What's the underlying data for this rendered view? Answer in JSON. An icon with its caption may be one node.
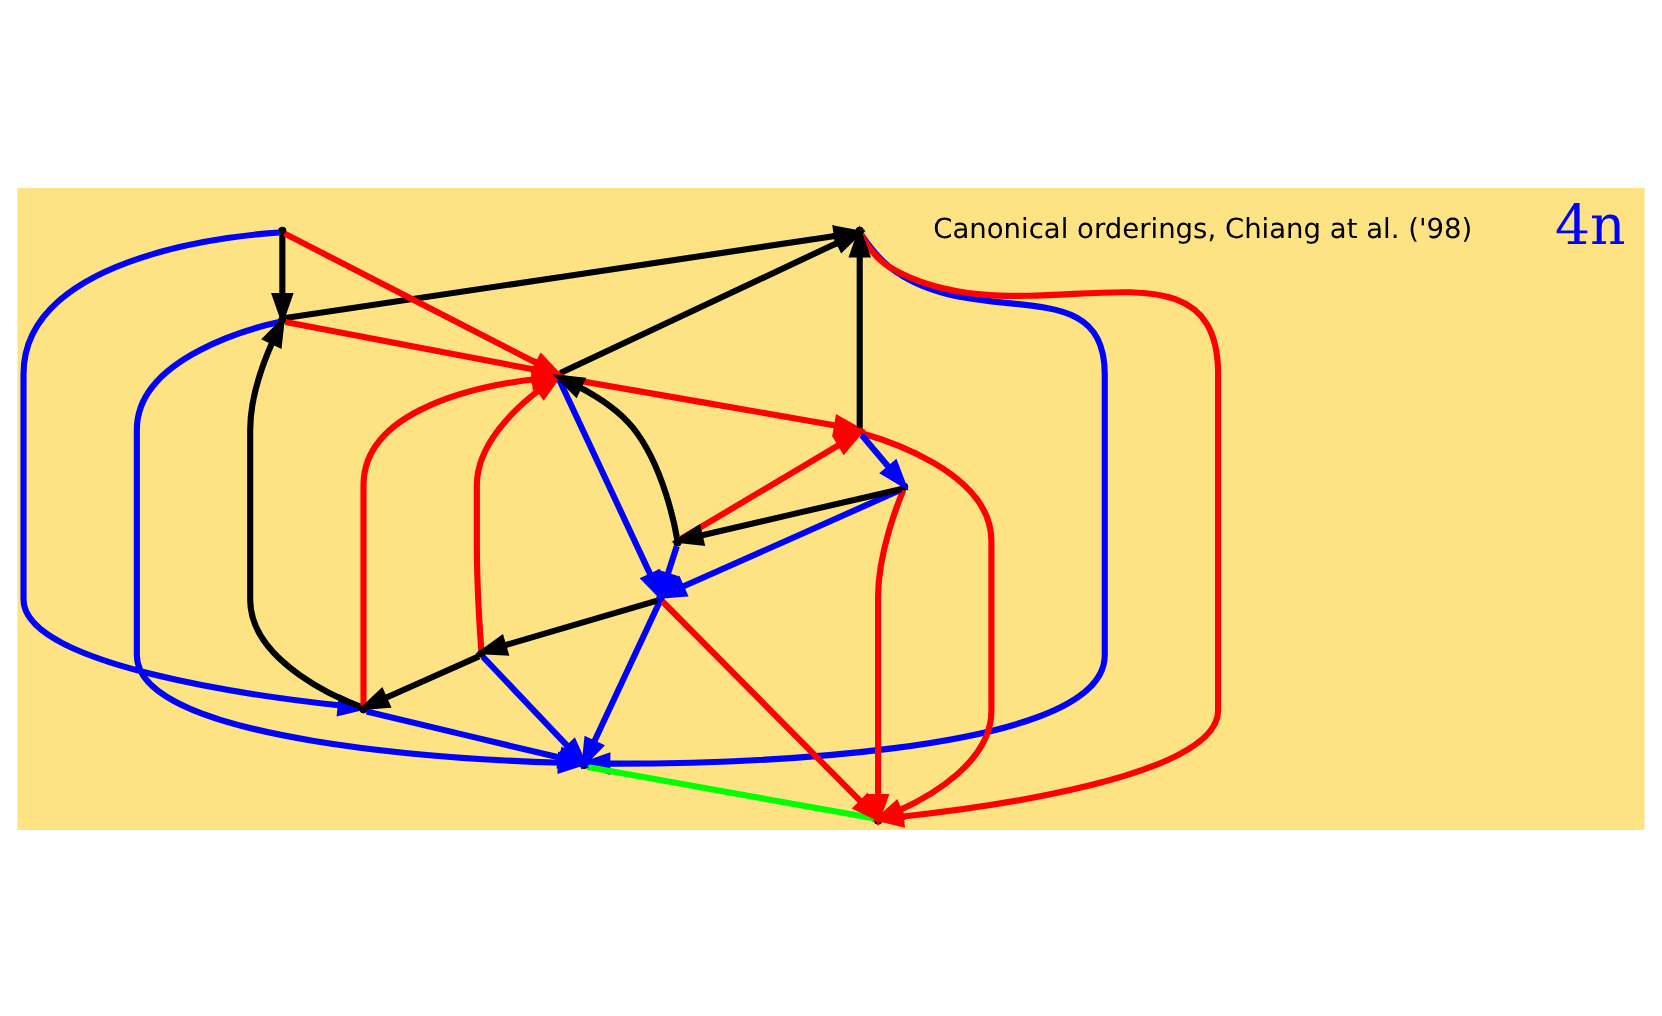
{
  "diagram": {
    "nodes": [
      {
        "text": [],
        "shape": "point"
      },
      {
        "text": [],
        "shape": "point"
      },
      {
        "text": [],
        "shape": "point"
      },
      {
        "text": [],
        "shape": "point"
      },
      {
        "text": [],
        "shape": "point"
      },
      {
        "text": [],
        "shape": "point"
      },
      {
        "text": [],
        "shape": "point"
      },
      {
        "text": [],
        "shape": "point"
      },
      {
        "text": [],
        "shape": "point"
      },
      {
        "text": [],
        "shape": "point"
      },
      {
        "text": [],
        "shape": "point"
      },
      {
        "text": [],
        "shape": "point"
      }
    ],
    "edges": [
      {
        "from": 0,
        "to": 1,
        "arrow": "to",
        "color": "#0000ff"
      },
      {
        "from": 0,
        "to": 2,
        "arrow": "to",
        "color": "#ff0000"
      },
      {
        "from": 1,
        "to": 2,
        "arrow": "none",
        "color": "#00ff00"
      },
      {
        "from": 3,
        "to": 0,
        "arrow": "to",
        "color": "#000000"
      },
      {
        "from": 5,
        "to": 0,
        "arrow": "to",
        "color": "#000000"
      },
      {
        "from": 9,
        "to": 0,
        "arrow": "to",
        "color": "#000000"
      },
      {
        "from": 3,
        "to": 1,
        "arrow": "to",
        "color": "#0000ff"
      },
      {
        "from": 3,
        "to": 5,
        "arrow": "to",
        "color": "#ff0000"
      },
      {
        "from": 4,
        "to": 3,
        "arrow": "to",
        "color": "#000000"
      },
      {
        "from": 4,
        "to": 5,
        "arrow": "to",
        "color": "#ff0000"
      },
      {
        "from": 4,
        "to": 6,
        "arrow": "to",
        "color": "#0000ff"
      },
      {
        "from": 6,
        "to": 3,
        "arrow": "to",
        "color": "#000000"
      },
      {
        "from": 6,
        "to": 5,
        "arrow": "to",
        "color": "#ff0000"
      },
      {
        "from": 6,
        "to": 1,
        "arrow": "to",
        "color": "#0000ff"
      },
      {
        "from": 7,
        "to": 6,
        "arrow": "to",
        "color": "#000000"
      },
      {
        "from": 7,
        "to": 5,
        "arrow": "to",
        "color": "#ff0000"
      },
      {
        "from": 7,
        "to": 1,
        "arrow": "to",
        "color": "#0000ff"
      },
      {
        "from": 8,
        "to": 7,
        "arrow": "to",
        "color": "#000000"
      },
      {
        "from": 5,
        "to": 8,
        "arrow": "to",
        "color": "#0000ff"
      },
      {
        "from": 8,
        "to": 1,
        "arrow": "to",
        "color": "#0000ff"
      },
      {
        "from": 8,
        "to": 2,
        "arrow": "to",
        "color": "#ff0000"
      },
      {
        "from": 5,
        "to": 9,
        "arrow": "to",
        "color": "#ff0000"
      },
      {
        "from": 10,
        "to": 5,
        "arrow": "to",
        "color": "#000000"
      },
      {
        "from": 10,
        "to": 9,
        "arrow": "to",
        "color": "#ff0000"
      },
      {
        "from": 10,
        "to": 8,
        "arrow": "to",
        "color": "#0000ff"
      },
      {
        "from": 11,
        "to": 10,
        "arrow": "to",
        "color": "#000000"
      },
      {
        "from": 9,
        "to": 11,
        "arrow": "to",
        "color": "#0000ff"
      },
      {
        "from": 11,
        "to": 8,
        "arrow": "to",
        "color": "#0000ff"
      },
      {
        "from": 9,
        "to": 2,
        "arrow": "to",
        "color": "#ff0000"
      },
      {
        "from": 11,
        "to": 2,
        "arrow": "to",
        "color": "#ff0000"
      }
    ],
    "labels": [
      "Canonical orderings, Chiang at al. ('98)",
      "4n"
    ]
  }
}
